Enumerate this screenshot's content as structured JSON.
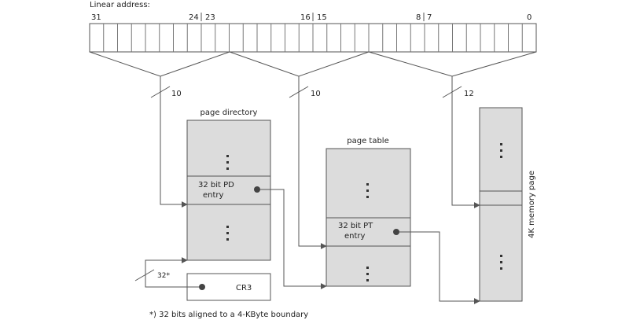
{
  "address": {
    "title": "Linear address:",
    "bit_labels": [
      "31",
      "24",
      "23",
      "16",
      "15",
      "8",
      "7",
      "0"
    ],
    "field_widths": [
      "10",
      "10",
      "12"
    ]
  },
  "page_directory": {
    "title": "page directory",
    "entry_line1": "32 bit PD",
    "entry_line2": "entry"
  },
  "page_table": {
    "title": "page table",
    "entry_line1": "32 bit PT",
    "entry_line2": "entry"
  },
  "memory_page": {
    "title": "4K memory page"
  },
  "cr3": {
    "label": "CR3",
    "width": "32*"
  },
  "footnote": "*) 32 bits aligned to a 4-KByte boundary"
}
